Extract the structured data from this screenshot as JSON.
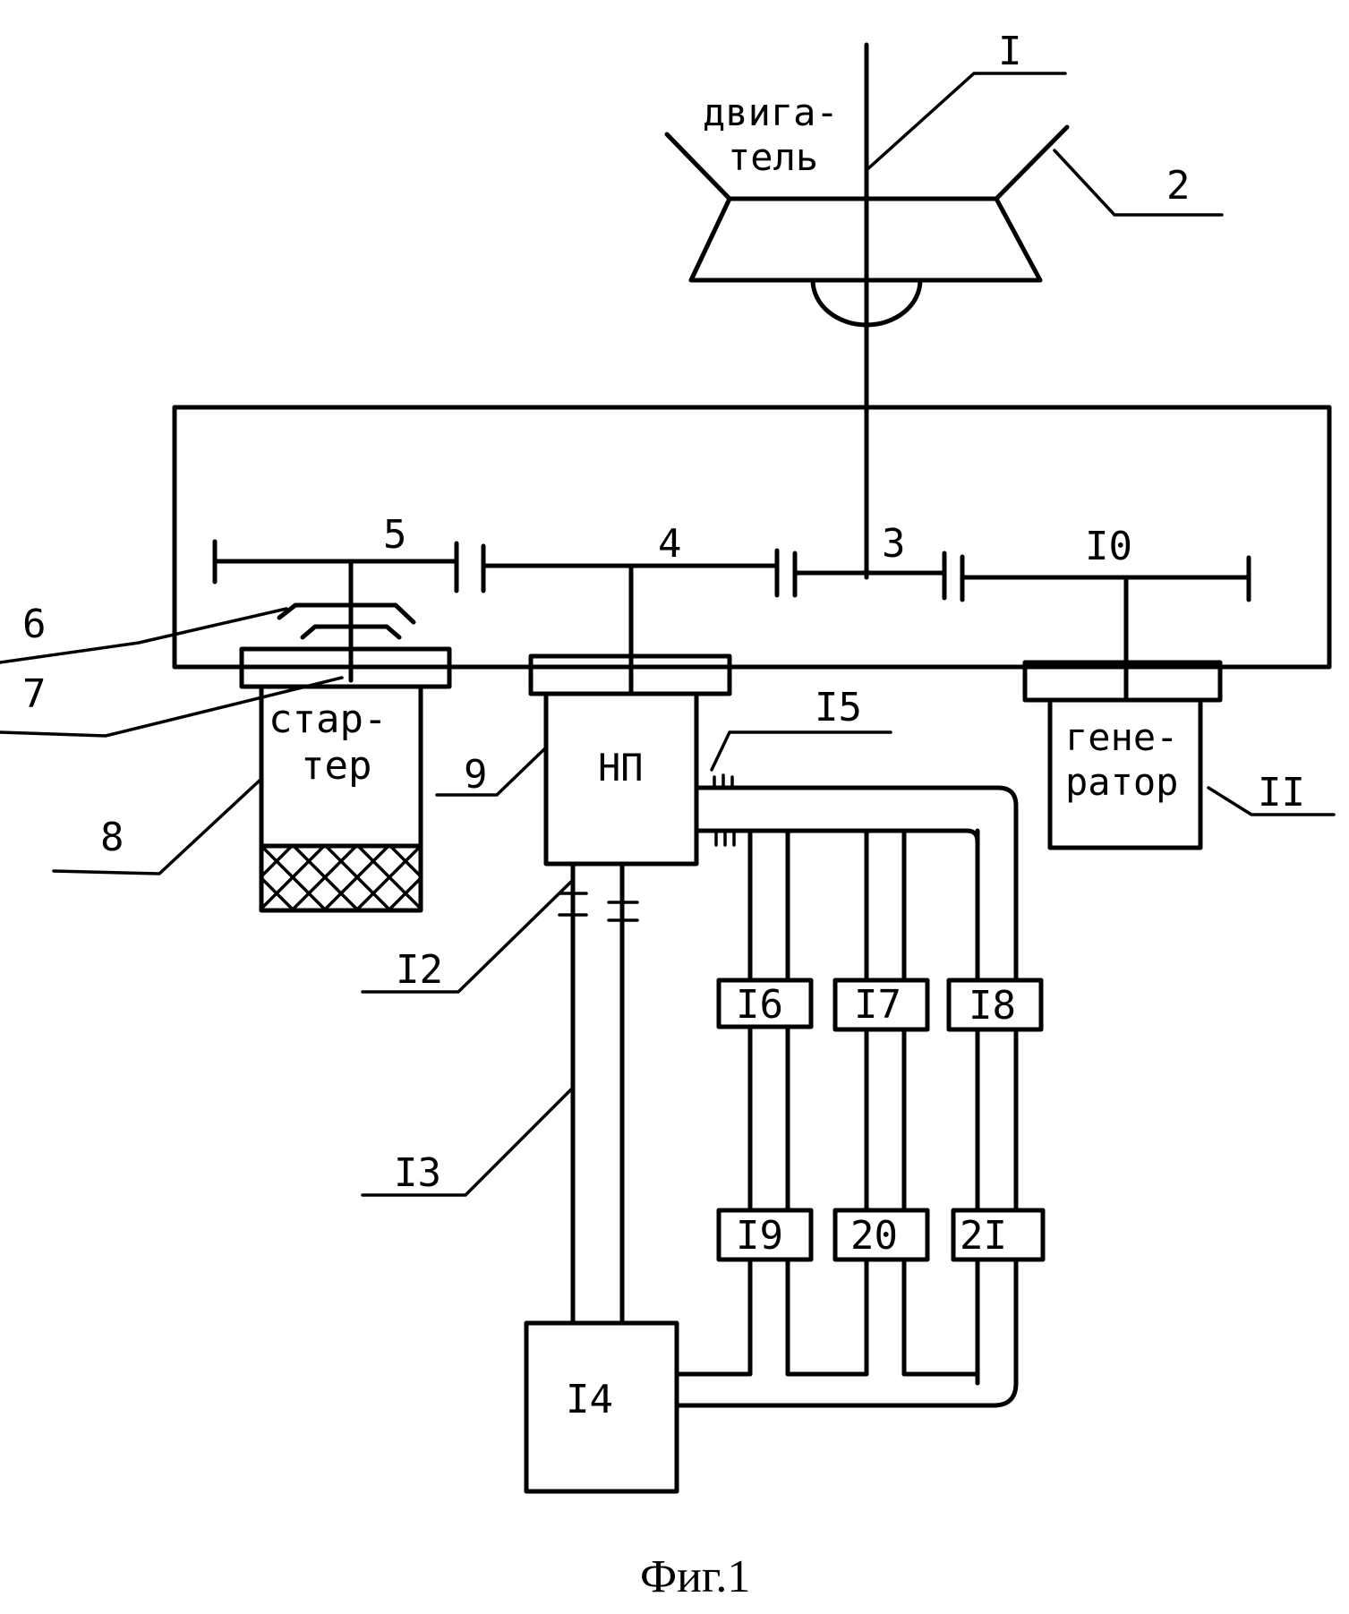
{
  "labels": {
    "engine_line1": "двига-",
    "engine_line2": "тель",
    "starter_line1": "стар-",
    "starter_line2": "тер",
    "generator_line1": "гене-",
    "generator_line2": "ратор",
    "pump": "НП",
    "n1": "I",
    "n2": "2",
    "n3": "3",
    "n4": "4",
    "n5": "5",
    "n6": "6",
    "n7": "7",
    "n8": "8",
    "n9": "9",
    "n10": "I0",
    "n11": "II",
    "n12": "I2",
    "n13": "I3",
    "n14": "I4",
    "n15": "I5",
    "n16": "I6",
    "n17": "I7",
    "n18": "I8",
    "n19": "I9",
    "n20": "20",
    "n21": "2I"
  },
  "caption": "Фиг.1"
}
